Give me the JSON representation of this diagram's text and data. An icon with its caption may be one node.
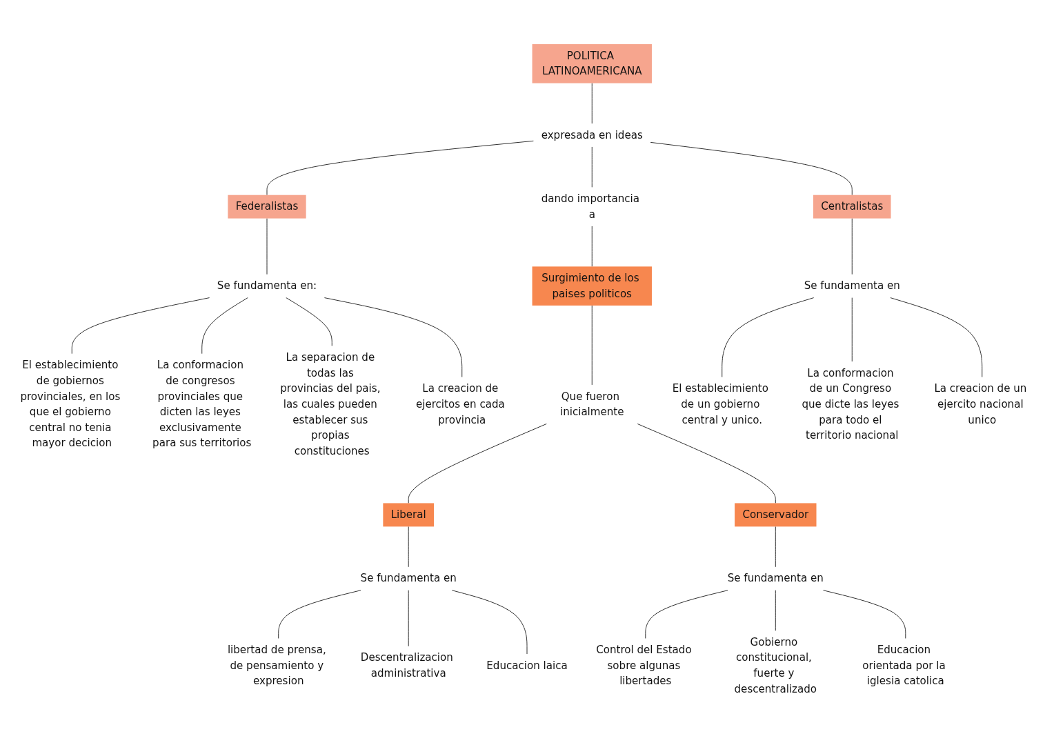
{
  "diagram": {
    "nodes": [
      {
        "text": [
          "POLITICA LATINOAMERICANA"
        ]
      },
      {
        "text": [
          "expresada en ideas"
        ]
      },
      {
        "text": [
          "Federalistas"
        ]
      },
      {
        "text": [
          "Centralistas"
        ]
      },
      {
        "text": [
          "Se fundamenta en:"
        ]
      },
      {
        "text": [
          "El establecimiento de gobiernos provinciales, en los que el gobierno central no tenia mayor decicion"
        ]
      },
      {
        "text": [
          "La conformacion de congresos provinciales que dicten las leyes exclusivamente para sus territorios"
        ]
      },
      {
        "text": [
          "La separacion de todas las provincias del pais, las cuales pueden establecer sus propias constituciones"
        ]
      },
      {
        "text": [
          "La creacion de ejercitos en cada provincia"
        ]
      },
      {
        "text": [
          "Se fundamenta en"
        ]
      },
      {
        "text": [
          "El establecimiento de un gobierno central y unico."
        ]
      },
      {
        "text": [
          "La conformacion de un Congreso que dicte las leyes para todo el territorio nacional"
        ]
      },
      {
        "text": [
          "La creacion de un ejercito nacional unico"
        ]
      },
      {
        "text": [
          "dando importancia a"
        ]
      },
      {
        "text": [
          "Surgimiento de los paises politicos"
        ]
      },
      {
        "text": [
          "Que fueron inicialmente"
        ]
      },
      {
        "text": [
          "Liberal"
        ]
      },
      {
        "text": [
          "Conservador"
        ]
      },
      {
        "text": [
          "Se fundamenta en"
        ]
      },
      {
        "text": [
          "libertad de prensa, de pensamiento y expresion"
        ]
      },
      {
        "text": [
          "Descentralizacion administrativa"
        ]
      },
      {
        "text": [
          "Educacion laica"
        ]
      },
      {
        "text": [
          "Se fundamenta en"
        ]
      },
      {
        "text": [
          "Control del Estado sobre algunas libertades"
        ]
      },
      {
        "text": [
          "Gobierno constitucional, fuerte y descentralizado"
        ]
      },
      {
        "text": [
          "Educacion orientada por la iglesia catolica"
        ]
      }
    ],
    "edges": [
      {
        "from": 0,
        "to": 1,
        "arrow": "none"
      },
      {
        "from": 1,
        "to": 2,
        "arrow": "none"
      },
      {
        "from": 1,
        "to": 13,
        "arrow": "none"
      },
      {
        "from": 1,
        "to": 3,
        "arrow": "none"
      },
      {
        "from": 2,
        "to": 4,
        "arrow": "none"
      },
      {
        "from": 4,
        "to": 5,
        "arrow": "none"
      },
      {
        "from": 4,
        "to": 6,
        "arrow": "none"
      },
      {
        "from": 4,
        "to": 7,
        "arrow": "none"
      },
      {
        "from": 4,
        "to": 8,
        "arrow": "none"
      },
      {
        "from": 3,
        "to": 9,
        "arrow": "none"
      },
      {
        "from": 9,
        "to": 10,
        "arrow": "none"
      },
      {
        "from": 9,
        "to": 11,
        "arrow": "none"
      },
      {
        "from": 9,
        "to": 12,
        "arrow": "none"
      },
      {
        "from": 13,
        "to": 14,
        "arrow": "none"
      },
      {
        "from": 14,
        "to": 15,
        "arrow": "none"
      },
      {
        "from": 15,
        "to": 16,
        "arrow": "none"
      },
      {
        "from": 15,
        "to": 17,
        "arrow": "none"
      },
      {
        "from": 16,
        "to": 18,
        "arrow": "none"
      },
      {
        "from": 18,
        "to": 19,
        "arrow": "none"
      },
      {
        "from": 18,
        "to": 20,
        "arrow": "none"
      },
      {
        "from": 18,
        "to": 21,
        "arrow": "none"
      },
      {
        "from": 17,
        "to": 22,
        "arrow": "none"
      },
      {
        "from": 22,
        "to": 23,
        "arrow": "none"
      },
      {
        "from": 22,
        "to": 24,
        "arrow": "none"
      },
      {
        "from": 22,
        "to": 25,
        "arrow": "none"
      }
    ]
  }
}
